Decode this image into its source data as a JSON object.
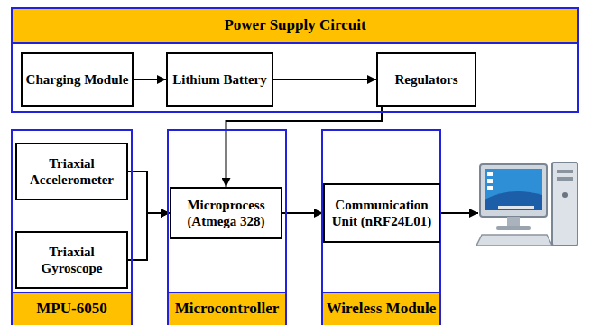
{
  "diagram": {
    "nodes": [
      {
        "text": [
          "Power Supply Circuit"
        ]
      },
      {
        "text": [
          "Charging Module"
        ],
        "in": 0
      },
      {
        "text": [
          "Lithium Battery"
        ],
        "in": 0
      },
      {
        "text": [
          "Regulators"
        ],
        "in": 0
      },
      {
        "text": [
          "MPU-6050"
        ]
      },
      {
        "text": [
          "Triaxial Accelerometer"
        ],
        "in": 4
      },
      {
        "text": [
          "Triaxial Gyroscope"
        ],
        "in": 4
      },
      {
        "text": [
          "Microcontroller"
        ]
      },
      {
        "text": [
          "Microprocess (Atmega 328)"
        ],
        "in": 7
      },
      {
        "text": [
          "Wireless Module"
        ]
      },
      {
        "text": [
          "Communication Unit (nRF24L01)"
        ],
        "in": 9
      }
    ],
    "edges": [
      {
        "from": 1,
        "to": 2,
        "arrow": "to"
      },
      {
        "from": 2,
        "to": 3,
        "arrow": "to"
      },
      {
        "from": 3,
        "to": 8,
        "arrow": "to"
      },
      {
        "from": 5,
        "to": 8,
        "arrow": "to"
      },
      {
        "from": 6,
        "to": 8,
        "arrow": "to"
      },
      {
        "from": 8,
        "to": 10,
        "arrow": "to"
      }
    ]
  }
}
